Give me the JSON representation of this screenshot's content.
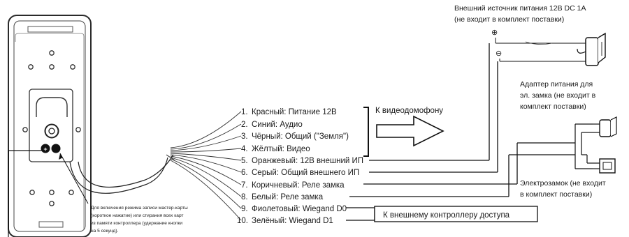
{
  "wires": [
    {
      "num": "1.",
      "label": "Красный: Питание 12В"
    },
    {
      "num": "2.",
      "label": "Синий: Аудио"
    },
    {
      "num": "3.",
      "label": "Чёрный: Общий (\"Земля\")"
    },
    {
      "num": "4.",
      "label": "Жёлтый: Видео"
    },
    {
      "num": "5.",
      "label": "Оранжевый: 12В внешний ИП"
    },
    {
      "num": "6.",
      "label": "Серый: Общий внешнего ИП"
    },
    {
      "num": "7.",
      "label": "Коричневый: Реле замка"
    },
    {
      "num": "8.",
      "label": "Белый: Реле замка"
    },
    {
      "num": "9.",
      "label": "Фиолетовый: Wiegand D0"
    },
    {
      "num": "10.",
      "label": "Зелёный: Wiegand D1"
    }
  ],
  "labels": {
    "power_source_line1": "Внешний источник питания 12В DC 1А",
    "power_source_line2": "(не входит в комплект поставки)",
    "plus_sign": "⊕",
    "minus_sign": "⊖",
    "lock_adapter_line1": "Адаптер питания для",
    "lock_adapter_line2": "эл. замка (не входит в",
    "lock_adapter_line3": "комплект поставки)",
    "to_intercom": "К видеодомофону",
    "lock_line1": "Электрозамок (не входит",
    "lock_line2": "в комплект поставки)",
    "to_controller": "К внешнему контроллеру доступа",
    "note_line1": "Для включения режима записи мастер-карты",
    "note_line2": "(короткое нажатие) или стирания всех карт",
    "note_line3": "из памяти контроллера (удержание кнопки",
    "note_line4": "на 5 секунд)."
  }
}
